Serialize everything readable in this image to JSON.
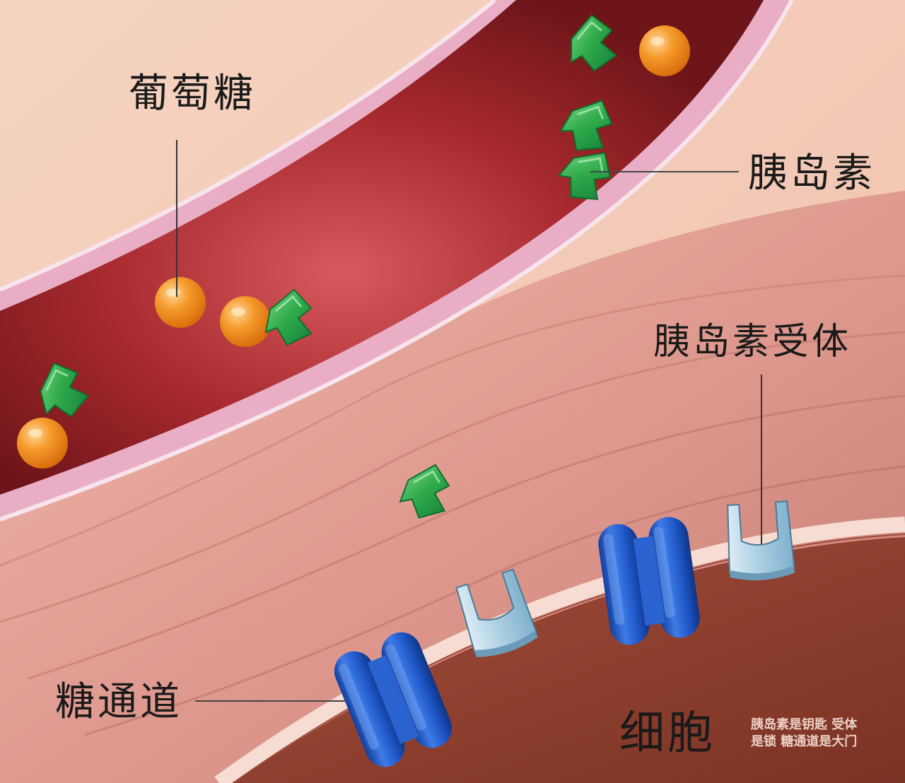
{
  "labels": {
    "glucose": "葡萄糖",
    "insulin": "胰岛素",
    "insulin_receptor": "胰岛素受体",
    "sugar_channel": "糖通道",
    "cell": "细胞"
  },
  "caption": {
    "line1": "胰岛素是钥匙 受体",
    "line2": "是锁 糖通道是大门"
  },
  "colors": {
    "background": "#f3c9b4",
    "vessel_lumen": "#a32a2e",
    "vessel_wall": "#e7a9c1",
    "tissue": "#e9aaa0",
    "cell_interior": "#8e3f2e",
    "membrane": "#f5d8cf",
    "glucose": "#f28a1e",
    "insulin": "#2fa84a",
    "receptor": "#a8cbe0",
    "channel": "#1f57c7"
  },
  "icons": [
    "glucose-molecule-icon",
    "insulin-molecule-icon",
    "insulin-receptor-icon",
    "sugar-channel-icon"
  ]
}
